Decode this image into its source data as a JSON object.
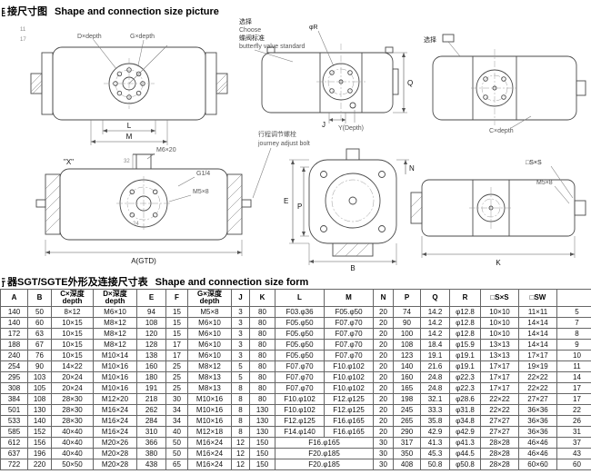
{
  "section1": {
    "partial": "连",
    "title_zh": "接尺寸图",
    "title_en": "Shape and connection size picture"
  },
  "section2": {
    "partial": "行",
    "title_zh": "器SGT/SGTE外形及连接尺寸表",
    "title_en": "Shape and connection size form"
  },
  "drawings": {
    "d1": {
      "d_depth": "D×depth",
      "g_depth": "G×depth",
      "dim_l": "L",
      "dim_m": "M",
      "tiny1": "11",
      "tiny2": "17"
    },
    "d2": {
      "choose_zh": "选择",
      "choose_en": "Choose",
      "butterfly_zh": "蝶阀标准",
      "butterfly_en": "butterfly valve standard",
      "phi_r": "φR",
      "dim_q": "Q",
      "dim_j": "J",
      "y_depth": "Y(Depth)"
    },
    "d3": {
      "choose_zh": "选择",
      "c_depth": "C×depth"
    },
    "d4": {
      "x_mark": "\"X\"",
      "m6_20": "M6×20",
      "g_quarter": "G1/4",
      "m5_8": "M5×8",
      "dim_32": "32",
      "dim_24": "24",
      "a_gtd": "A(GTD)"
    },
    "journey": {
      "zh": "行程调节螺栓",
      "en": "journey adjust bolt"
    },
    "d5": {
      "dim_e": "E",
      "dim_p": "P",
      "dim_b": "B",
      "dim_n": "N"
    },
    "d6": {
      "sxs": "□S×S",
      "m5_8": "M5×8",
      "dim_k": "K"
    }
  },
  "table": {
    "headers": [
      "A",
      "B",
      "C×深度\ndepth",
      "D×深度\ndepth",
      "E",
      "F",
      "G×深度\ndepth",
      "J",
      "K",
      "L",
      "M",
      "N",
      "P",
      "Q",
      "R",
      "□S×S",
      "□SW",
      ""
    ],
    "rows": [
      [
        "140",
        "50",
        "8×12",
        "M6×10",
        "94",
        "15",
        "M5×8",
        "3",
        "80",
        "F03.φ36",
        "F05.φ50",
        "20",
        "74",
        "14.2",
        "φ12.8",
        "10×10",
        "11×11",
        "5"
      ],
      [
        "140",
        "60",
        "10×15",
        "M8×12",
        "108",
        "15",
        "M6×10",
        "3",
        "80",
        "F05.φ50",
        "F07.φ70",
        "20",
        "90",
        "14.2",
        "φ12.8",
        "10×10",
        "14×14",
        "7"
      ],
      [
        "172",
        "63",
        "10×15",
        "M8×12",
        "120",
        "15",
        "M6×10",
        "3",
        "80",
        "F05.φ50",
        "F07.φ70",
        "20",
        "100",
        "14.2",
        "φ12.8",
        "10×10",
        "14×14",
        "8"
      ],
      [
        "188",
        "67",
        "10×15",
        "M8×12",
        "128",
        "17",
        "M6×10",
        "3",
        "80",
        "F05.φ50",
        "F07.φ70",
        "20",
        "108",
        "18.4",
        "φ15.9",
        "13×13",
        "14×14",
        "9"
      ],
      [
        "240",
        "76",
        "10×15",
        "M10×14",
        "138",
        "17",
        "M6×10",
        "3",
        "80",
        "F05.φ50",
        "F07.φ70",
        "20",
        "123",
        "19.1",
        "φ19.1",
        "13×13",
        "17×17",
        "10"
      ],
      [
        "254",
        "90",
        "14×22",
        "M10×16",
        "160",
        "25",
        "M8×12",
        "5",
        "80",
        "F07.φ70",
        "F10.φ102",
        "20",
        "140",
        "21.6",
        "φ19.1",
        "17×17",
        "19×19",
        "11"
      ],
      [
        "295",
        "103",
        "20×24",
        "M10×16",
        "180",
        "25",
        "M8×13",
        "5",
        "80",
        "F07.φ70",
        "F10.φ102",
        "20",
        "160",
        "24.8",
        "φ22.3",
        "17×17",
        "22×22",
        "14"
      ],
      [
        "308",
        "105",
        "20×24",
        "M10×16",
        "191",
        "25",
        "M8×13",
        "8",
        "80",
        "F07.φ70",
        "F10.φ102",
        "20",
        "165",
        "24.8",
        "φ22.3",
        "17×17",
        "22×22",
        "17"
      ],
      [
        "384",
        "108",
        "28×30",
        "M12×20",
        "218",
        "30",
        "M10×16",
        "8",
        "80",
        "F10.φ102",
        "F12.φ125",
        "20",
        "198",
        "32.1",
        "φ28.6",
        "22×22",
        "27×27",
        "17"
      ],
      [
        "501",
        "130",
        "28×30",
        "M16×24",
        "262",
        "34",
        "M10×16",
        "8",
        "130",
        "F10.φ102",
        "F12.φ125",
        "20",
        "245",
        "33.3",
        "φ31.8",
        "22×22",
        "36×36",
        "22"
      ],
      [
        "533",
        "140",
        "28×30",
        "M16×24",
        "284",
        "34",
        "M10×16",
        "8",
        "130",
        "F12.φ125",
        "F16.φ165",
        "20",
        "265",
        "35.8",
        "φ34.8",
        "27×27",
        "36×36",
        "26"
      ],
      [
        "585",
        "152",
        "40×40",
        "M16×24",
        "310",
        "40",
        "M12×18",
        "8",
        "130",
        "F14.φ140",
        "F16.φ165",
        "20",
        "290",
        "42.9",
        "φ42.9",
        "27×27",
        "36×36",
        "31"
      ],
      [
        "612",
        "156",
        "40×40",
        "M20×26",
        "366",
        "50",
        "M16×24",
        "12",
        "150",
        "F16.φ165",
        null,
        "30",
        "317",
        "41.3",
        "φ41.3",
        "28×28",
        "46×46",
        "37"
      ],
      [
        "637",
        "196",
        "40×40",
        "M20×28",
        "380",
        "50",
        "M16×24",
        "12",
        "150",
        "F20.φ185",
        null,
        "30",
        "350",
        "45.3",
        "φ44.5",
        "28×28",
        "46×46",
        "43"
      ],
      [
        "722",
        "220",
        "50×50",
        "M20×28",
        "438",
        "65",
        "M16×24",
        "12",
        "150",
        "F20.φ185",
        null,
        "30",
        "408",
        "50.8",
        "φ50.8",
        "28×28",
        "60×60",
        "60"
      ]
    ]
  }
}
